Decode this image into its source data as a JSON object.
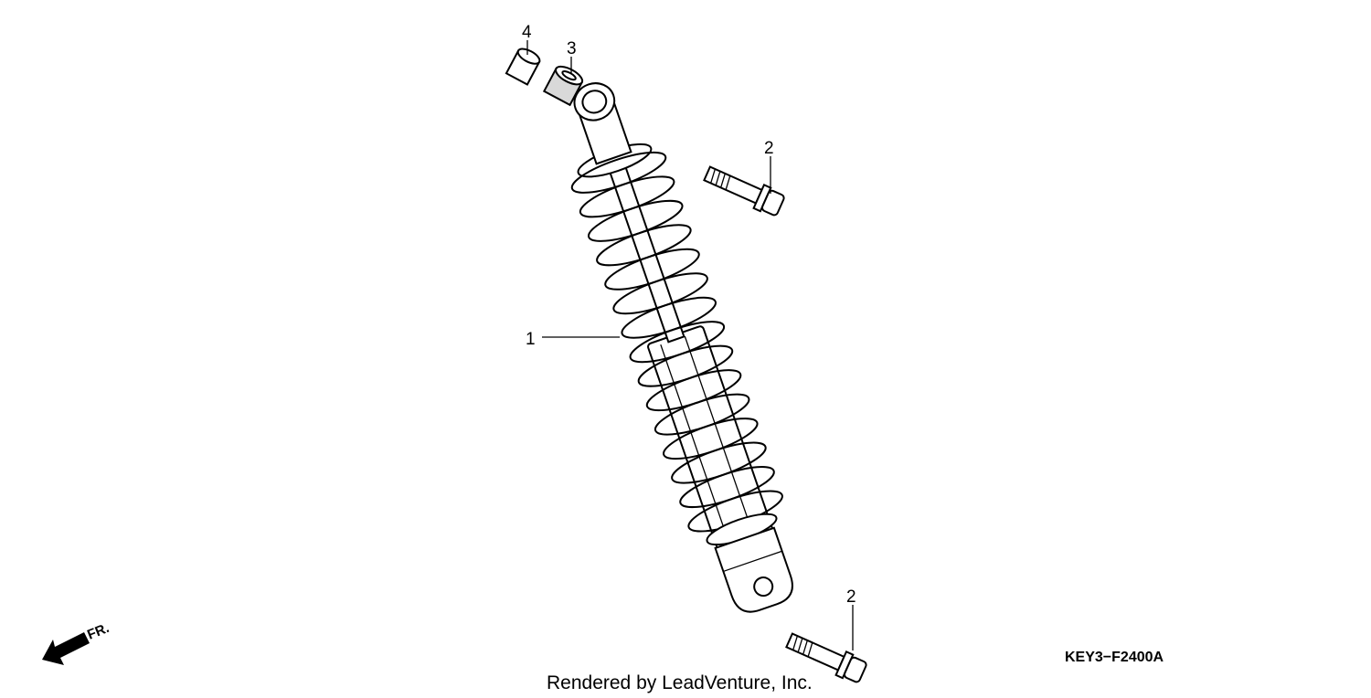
{
  "callouts": [
    {
      "id": "callout-1",
      "label": "1",
      "part": "rear-shock-absorber"
    },
    {
      "id": "callout-2-upper",
      "label": "2",
      "part": "upper-mounting-bolt"
    },
    {
      "id": "callout-2-lower",
      "label": "2",
      "part": "lower-mounting-bolt"
    },
    {
      "id": "callout-3",
      "label": "3",
      "part": "bushing"
    },
    {
      "id": "callout-4",
      "label": "4",
      "part": "collar"
    }
  ],
  "direction": {
    "label": "FR.",
    "icon": "front-direction-arrow-icon"
  },
  "diagram_code": "KEY3−F2400A",
  "credit": "Rendered by LeadVenture, Inc."
}
